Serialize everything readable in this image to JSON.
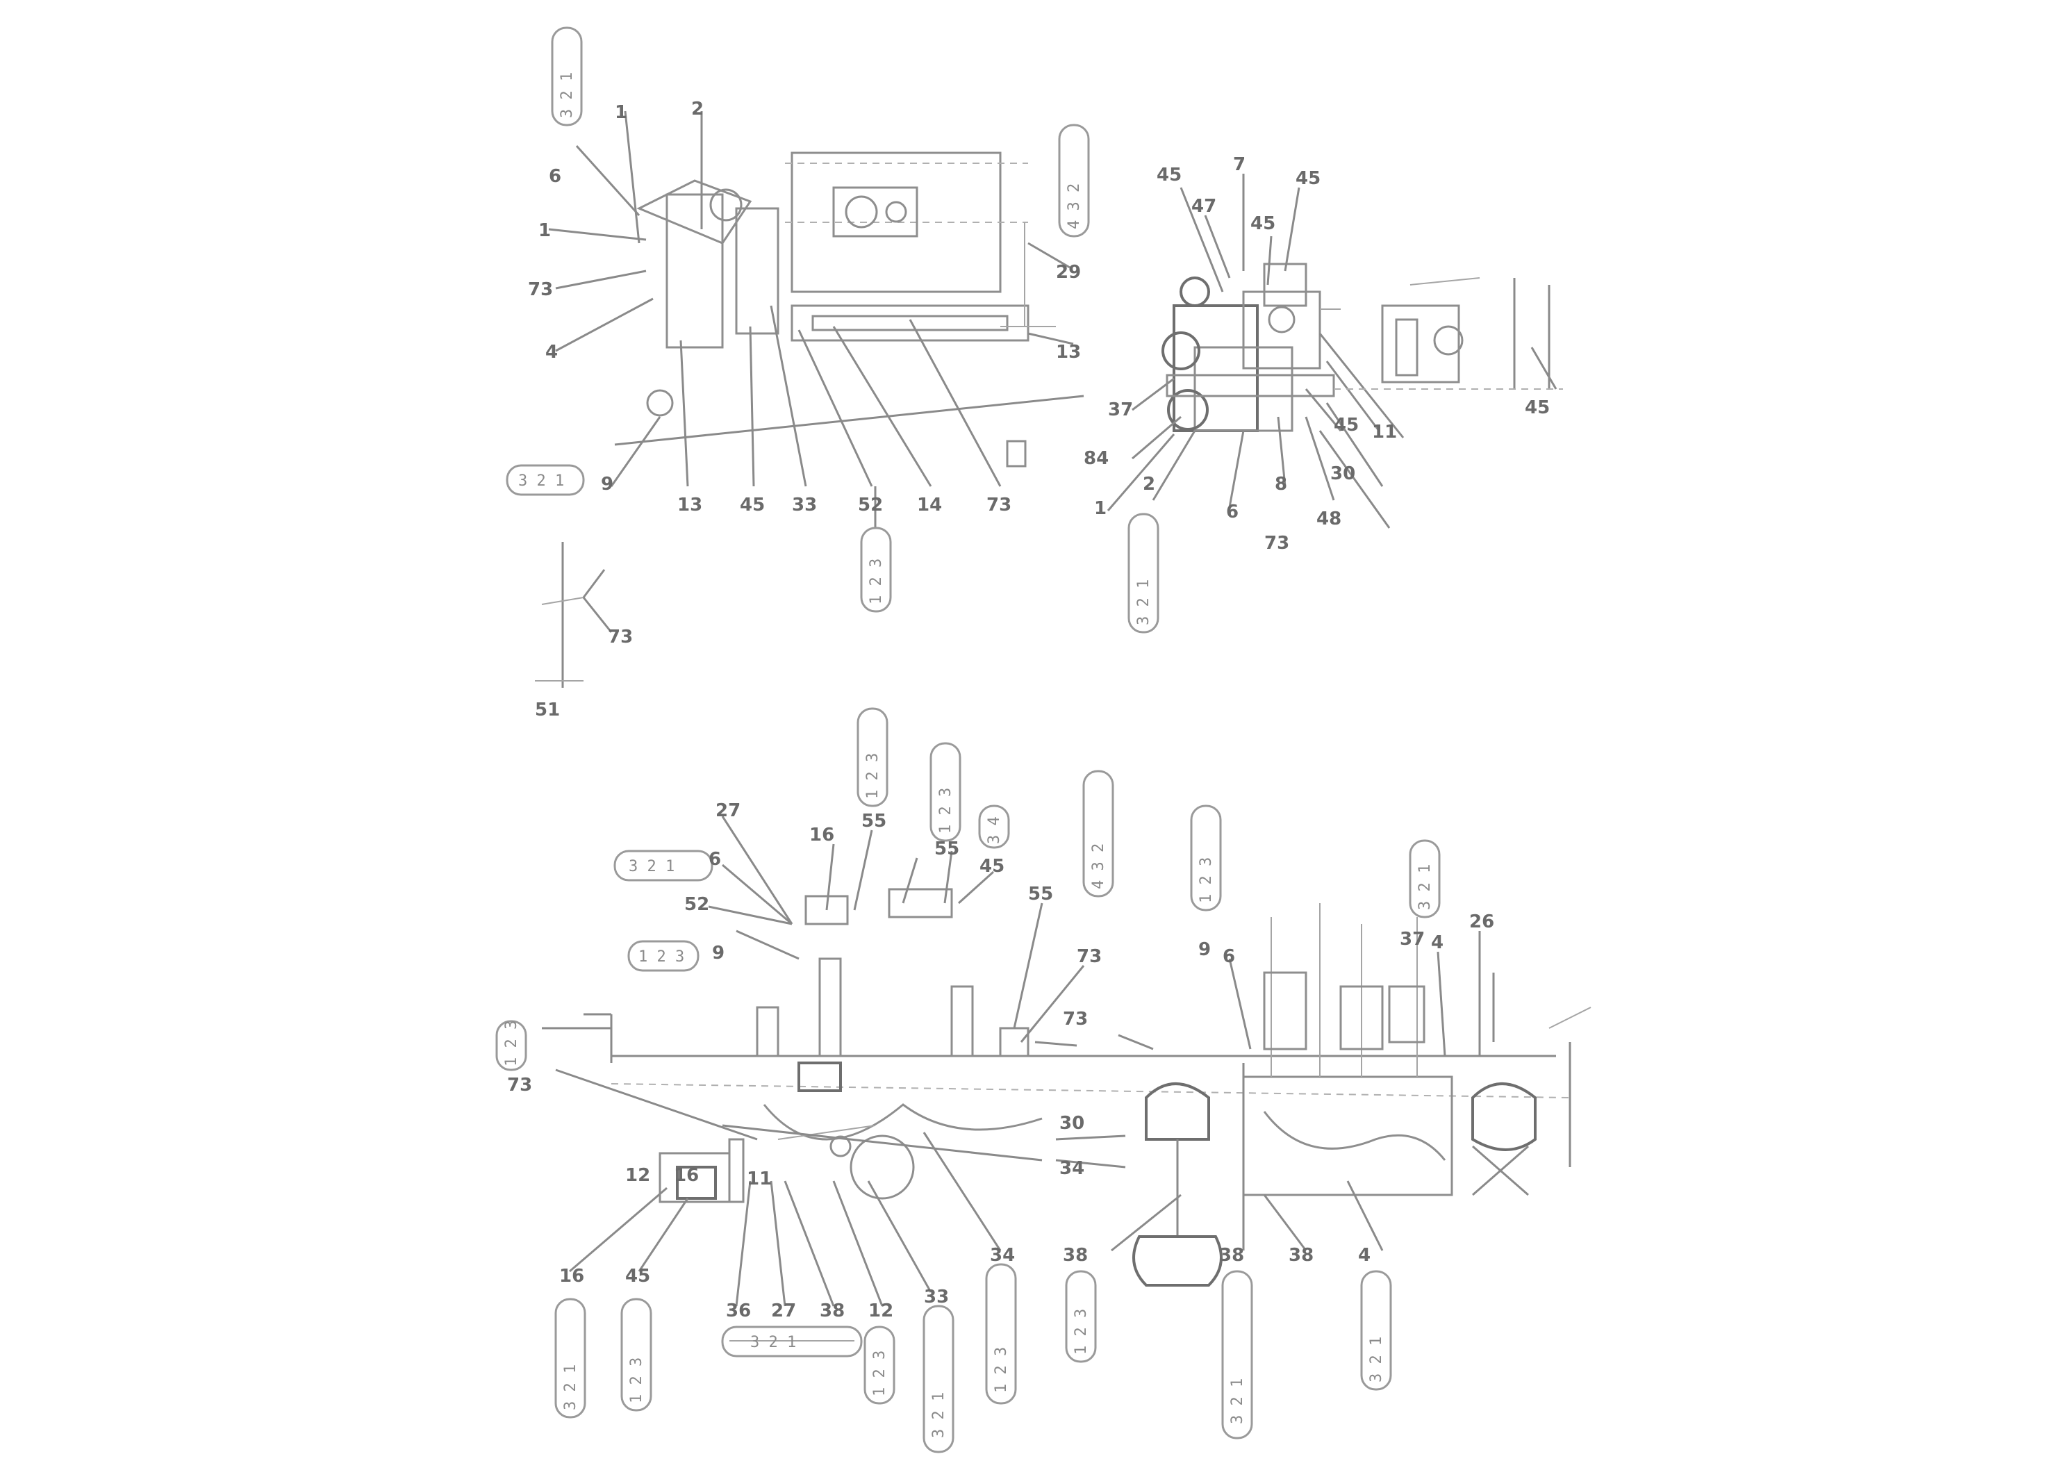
{
  "callouts": [
    {
      "id": "c1",
      "text": "6"
    },
    {
      "id": "c2",
      "text": "1"
    },
    {
      "id": "c3",
      "text": "2"
    },
    {
      "id": "c4",
      "text": "1"
    },
    {
      "id": "c5",
      "text": "73"
    },
    {
      "id": "c6",
      "text": "4"
    },
    {
      "id": "c7",
      "text": "9"
    },
    {
      "id": "c8",
      "text": "13"
    },
    {
      "id": "c9",
      "text": "45"
    },
    {
      "id": "c10",
      "text": "33"
    },
    {
      "id": "c11",
      "text": "52"
    },
    {
      "id": "c12",
      "text": "14"
    },
    {
      "id": "c13",
      "text": "73"
    },
    {
      "id": "c14",
      "text": "29"
    },
    {
      "id": "c15",
      "text": "13"
    },
    {
      "id": "c16",
      "text": "73"
    },
    {
      "id": "c17",
      "text": "51"
    },
    {
      "id": "c18",
      "text": "45"
    },
    {
      "id": "c19",
      "text": "7"
    },
    {
      "id": "c20",
      "text": "45"
    },
    {
      "id": "c21",
      "text": "47"
    },
    {
      "id": "c22",
      "text": "45"
    },
    {
      "id": "c23",
      "text": "37"
    },
    {
      "id": "c24",
      "text": "84"
    },
    {
      "id": "c25",
      "text": "1"
    },
    {
      "id": "c26",
      "text": "2"
    },
    {
      "id": "c27",
      "text": "6"
    },
    {
      "id": "c28",
      "text": "8"
    },
    {
      "id": "c29",
      "text": "73"
    },
    {
      "id": "c30",
      "text": "45"
    },
    {
      "id": "c31",
      "text": "30"
    },
    {
      "id": "c32",
      "text": "48"
    },
    {
      "id": "c33",
      "text": "11"
    },
    {
      "id": "c34",
      "text": "45"
    },
    {
      "id": "c35",
      "text": "27"
    },
    {
      "id": "c36",
      "text": "6"
    },
    {
      "id": "c37",
      "text": "16"
    },
    {
      "id": "c38",
      "text": "55"
    },
    {
      "id": "c39",
      "text": "55"
    },
    {
      "id": "c40",
      "text": "45"
    },
    {
      "id": "c41",
      "text": "9"
    },
    {
      "id": "c42",
      "text": "52"
    },
    {
      "id": "c43",
      "text": "55"
    },
    {
      "id": "c44",
      "text": "73"
    },
    {
      "id": "c45",
      "text": "9"
    },
    {
      "id": "c46",
      "text": "73"
    },
    {
      "id": "c47",
      "text": "6"
    },
    {
      "id": "c48",
      "text": "4"
    },
    {
      "id": "c49",
      "text": "26"
    },
    {
      "id": "c50",
      "text": "73"
    },
    {
      "id": "c51",
      "text": "30"
    },
    {
      "id": "c52",
      "text": "34"
    },
    {
      "id": "c53",
      "text": "12"
    },
    {
      "id": "c54",
      "text": "16"
    },
    {
      "id": "c55",
      "text": "11"
    },
    {
      "id": "c56",
      "text": "16"
    },
    {
      "id": "c57",
      "text": "45"
    },
    {
      "id": "c58",
      "text": "36"
    },
    {
      "id": "c59",
      "text": "27"
    },
    {
      "id": "c60",
      "text": "38"
    },
    {
      "id": "c61",
      "text": "12"
    },
    {
      "id": "c62",
      "text": "33"
    },
    {
      "id": "c63",
      "text": "34"
    },
    {
      "id": "c64",
      "text": "38"
    },
    {
      "id": "c65",
      "text": "38"
    },
    {
      "id": "c66",
      "text": "38"
    },
    {
      "id": "c67",
      "text": "4"
    },
    {
      "id": "c68",
      "text": "37"
    }
  ],
  "group_tags": [
    {
      "id": "g1",
      "text": "3 2 1"
    },
    {
      "id": "g2",
      "text": "4 3 2"
    },
    {
      "id": "g3",
      "text": "3 2 1"
    },
    {
      "id": "g4",
      "text": "1 2 3"
    },
    {
      "id": "g5",
      "text": "3 2 1"
    },
    {
      "id": "g6",
      "text": "1 2 3"
    },
    {
      "id": "g7",
      "text": "1 2 3"
    },
    {
      "id": "g8",
      "text": "3 4"
    },
    {
      "id": "g9",
      "text": "4 3 2"
    },
    {
      "id": "g10",
      "text": "3 2 1"
    },
    {
      "id": "g11",
      "text": "1 2 3"
    },
    {
      "id": "g12",
      "text": "1 2 3"
    },
    {
      "id": "g13",
      "text": "3 2 1"
    },
    {
      "id": "g14",
      "text": "1 2 3"
    },
    {
      "id": "g15",
      "text": "3 2 1"
    },
    {
      "id": "g16",
      "text": "1 2 3"
    },
    {
      "id": "g17",
      "text": "3 2 1"
    },
    {
      "id": "g18",
      "text": "1 2 3"
    },
    {
      "id": "g19",
      "text": "3 2 1"
    },
    {
      "id": "g20",
      "text": "1 2 3"
    },
    {
      "id": "g21",
      "text": "1 2 3"
    },
    {
      "id": "g22",
      "text": "3 2 1"
    },
    {
      "id": "g23",
      "text": "3 2 1"
    }
  ]
}
